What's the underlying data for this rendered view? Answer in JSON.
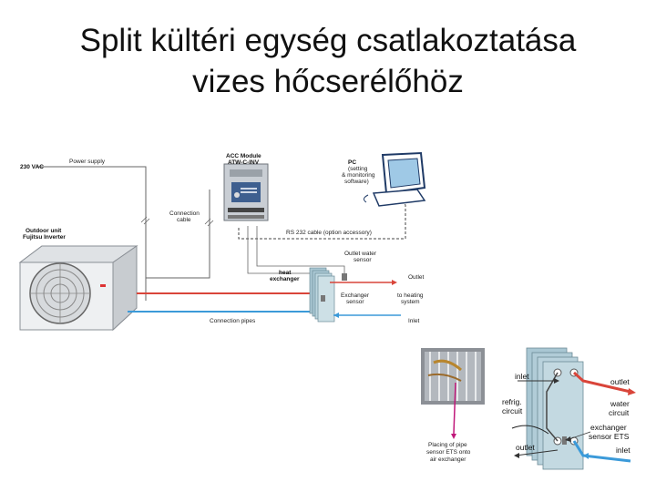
{
  "title": {
    "line1": "Split kültéri egység csatlakoztatása",
    "line2": "vizes hőcserélőhöz"
  },
  "main_diagram": {
    "voltage": "230 VAC",
    "power_supply": "Power supply",
    "acc_module_title": "ACC Module",
    "acc_module_model": "ATW-C-INV",
    "pc_title": "PC",
    "pc_line2": "(setting",
    "pc_line3": "& monitoring",
    "pc_line4": "software)",
    "connection_cable_1": "Connection",
    "connection_cable_2": "cable",
    "outdoor_unit_1": "Outdoor unit",
    "outdoor_unit_2": "Fujitsu Inverter",
    "rs232": "RS 232 cable (option accessory)",
    "outlet_sensor_1": "Outlet water",
    "outlet_sensor_2": "sensor",
    "heat_exchanger_1": "heat",
    "heat_exchanger_2": "exchanger",
    "outlet": "Outlet",
    "exchanger_sensor_1": "Exchanger",
    "exchanger_sensor_2": "sensor",
    "heating_1": "to heating",
    "heating_2": "system",
    "connection_pipes": "Connection pipes",
    "inlet": "Inlet"
  },
  "detail_diagram": {
    "inlet_top": "inlet",
    "outlet_top": "outlet",
    "refrig_1": "refrig.",
    "refrig_2": "circuit",
    "water_1": "water",
    "water_2": "circuit",
    "exch_sensor_1": "exchanger",
    "exch_sensor_2": "sensor ETS",
    "outlet_bottom": "outlet",
    "inlet_bottom": "inlet",
    "photo_1": "Placing of pipe",
    "photo_2": "sensor ETS onto",
    "photo_3": "air exchanger"
  },
  "colors": {
    "hot_pipe": "#d9453a",
    "cold_pipe": "#3b9ad9",
    "wire": "#555555",
    "plate": "#a9c7d3"
  }
}
